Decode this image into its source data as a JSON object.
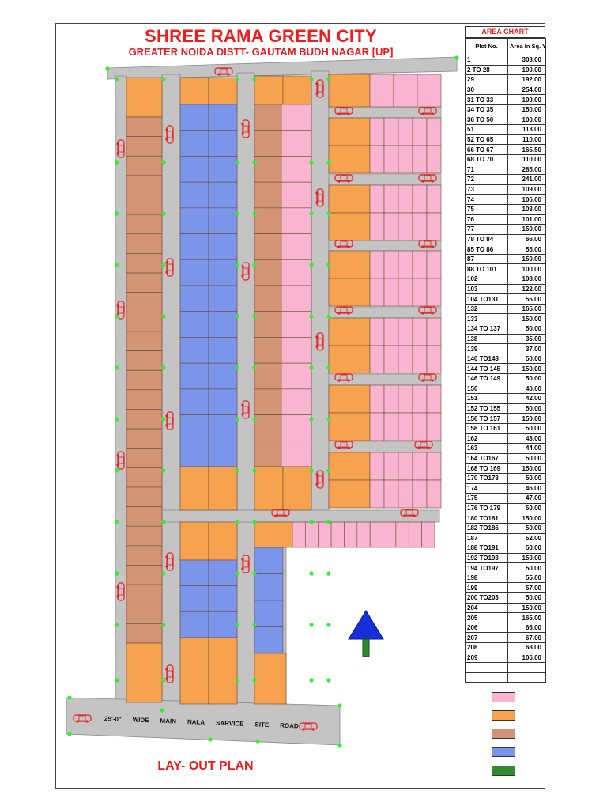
{
  "header": {
    "title": "SHREE RAMA GREEN CITY",
    "subtitle": "GREATER NOIDA  DISTT- GAUTAM BUDH NAGAR [UP]"
  },
  "footer": {
    "plan_label": "LAY- OUT PLAN",
    "road_label_words": [
      "25'-0\"",
      "WIDE",
      "MAIN",
      "NALA",
      "SARVICE",
      "SITE",
      "ROAD"
    ]
  },
  "colors": {
    "road": "#c4c4c4",
    "pink": "#f9b5cf",
    "orange": "#f7a24f",
    "brown": "#d39375",
    "blue": "#7b95ea",
    "green": "#2e8b2e",
    "node": "#33ee33",
    "car": "#ee1c1c",
    "north_arrow": "#1530d8"
  },
  "area_chart": {
    "title": "AREA CHART",
    "col_plot": "Plot No.",
    "col_area": "Area In Sq. Yds.",
    "rows": [
      [
        "1",
        "303.00"
      ],
      [
        "2 TO 28",
        "100.00"
      ],
      [
        "29",
        "192.00"
      ],
      [
        "30",
        "254.00"
      ],
      [
        "31 TO 33",
        "100.00"
      ],
      [
        "34 TO 35",
        "150.00"
      ],
      [
        "36 TO 50",
        "100.00"
      ],
      [
        "51",
        "113.00"
      ],
      [
        "52 TO 65",
        "110.00"
      ],
      [
        "66 TO 67",
        "165.50"
      ],
      [
        "68 TO 70",
        "110.00"
      ],
      [
        "71",
        "285.00"
      ],
      [
        "72",
        "241.00"
      ],
      [
        "73",
        "109.00"
      ],
      [
        "74",
        "106.00"
      ],
      [
        "75",
        "103.00"
      ],
      [
        "76",
        "101.00"
      ],
      [
        "77",
        "150.00"
      ],
      [
        "78 TO 84",
        "66.00"
      ],
      [
        "85 TO 86",
        "55.00"
      ],
      [
        "87",
        "150.00"
      ],
      [
        "88 TO 101",
        "100.00"
      ],
      [
        "102",
        "108.00"
      ],
      [
        "103",
        "122.00"
      ],
      [
        "104 TO131",
        "55.00"
      ],
      [
        "132",
        "165.00"
      ],
      [
        "133",
        "150.00"
      ],
      [
        "134 TO 137",
        "50.00"
      ],
      [
        "138",
        "35.00"
      ],
      [
        "139",
        "37.00"
      ],
      [
        "140 TO143",
        "50.00"
      ],
      [
        "144 TO 145",
        "150.00"
      ],
      [
        "146 TO 149",
        "50.00"
      ],
      [
        "150",
        "40.00"
      ],
      [
        "151",
        "42.00"
      ],
      [
        "152 TO 155",
        "50.00"
      ],
      [
        "156 TO 157",
        "150.00"
      ],
      [
        "158 TO 161",
        "50.00"
      ],
      [
        "162",
        "43.00"
      ],
      [
        "163",
        "44.00"
      ],
      [
        "164 TO167",
        "50.00"
      ],
      [
        "168 TO 169",
        "150.00"
      ],
      [
        "170 TO173",
        "50.00"
      ],
      [
        "174",
        "46.00"
      ],
      [
        "175",
        "47.00"
      ],
      [
        "176 TO 179",
        "50.00"
      ],
      [
        "180 TO181",
        "150.00"
      ],
      [
        "182 TO186",
        "50.00"
      ],
      [
        "187",
        "52.00"
      ],
      [
        "188 TO191",
        "50.00"
      ],
      [
        "192 TO193",
        "150.00"
      ],
      [
        "194 TO197",
        "50.00"
      ],
      [
        "198",
        "55.00"
      ],
      [
        "199",
        "57.00"
      ],
      [
        "200 TO203",
        "50.00"
      ],
      [
        "204",
        "150.00"
      ],
      [
        "205",
        "165.00"
      ],
      [
        "206",
        "66.00"
      ],
      [
        "207",
        "67.00"
      ],
      [
        "208",
        "68.00"
      ],
      [
        "209",
        "106.00"
      ],
      [
        "",
        ""
      ],
      [
        "",
        ""
      ]
    ]
  },
  "legend": [
    "pink",
    "orange",
    "brown",
    "blue",
    "green"
  ]
}
